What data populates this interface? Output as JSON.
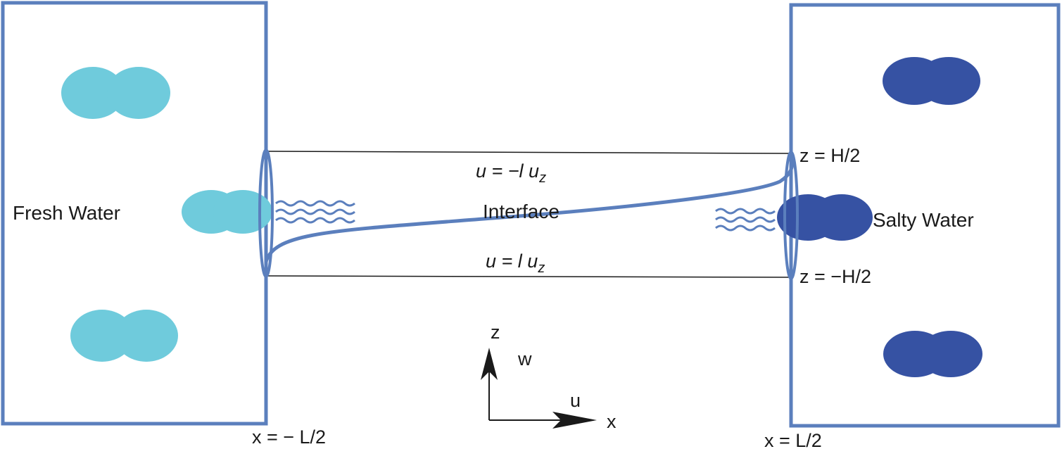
{
  "labels": {
    "fresh_water": "Fresh Water",
    "salty_water": "Salty Water",
    "interface": "Interface",
    "z_top": "z = H/2",
    "z_bottom": "z = −H/2",
    "x_left": "x = − L/2",
    "x_right": "x = L/2",
    "u_top": "u = −l u",
    "u_top_sub": "z",
    "u_bottom": "u = l u",
    "u_bottom_sub": "z",
    "axis_z": "z",
    "axis_w": "w",
    "axis_x": "x",
    "axis_u": "u"
  },
  "colors": {
    "tank_border": "#5b7fbd",
    "fresh_blob": "#6fcbdc",
    "salty_blob": "#3652a3",
    "pipe_line": "#1a1a1a",
    "interface_line": "#5b7fbd",
    "arrow": "#1a1a1a"
  },
  "icons": {
    "fresh_droplets": "fresh-water-blob-icon",
    "salty_droplets": "salty-water-blob-icon",
    "waves": "diffusion-wave-icon"
  }
}
